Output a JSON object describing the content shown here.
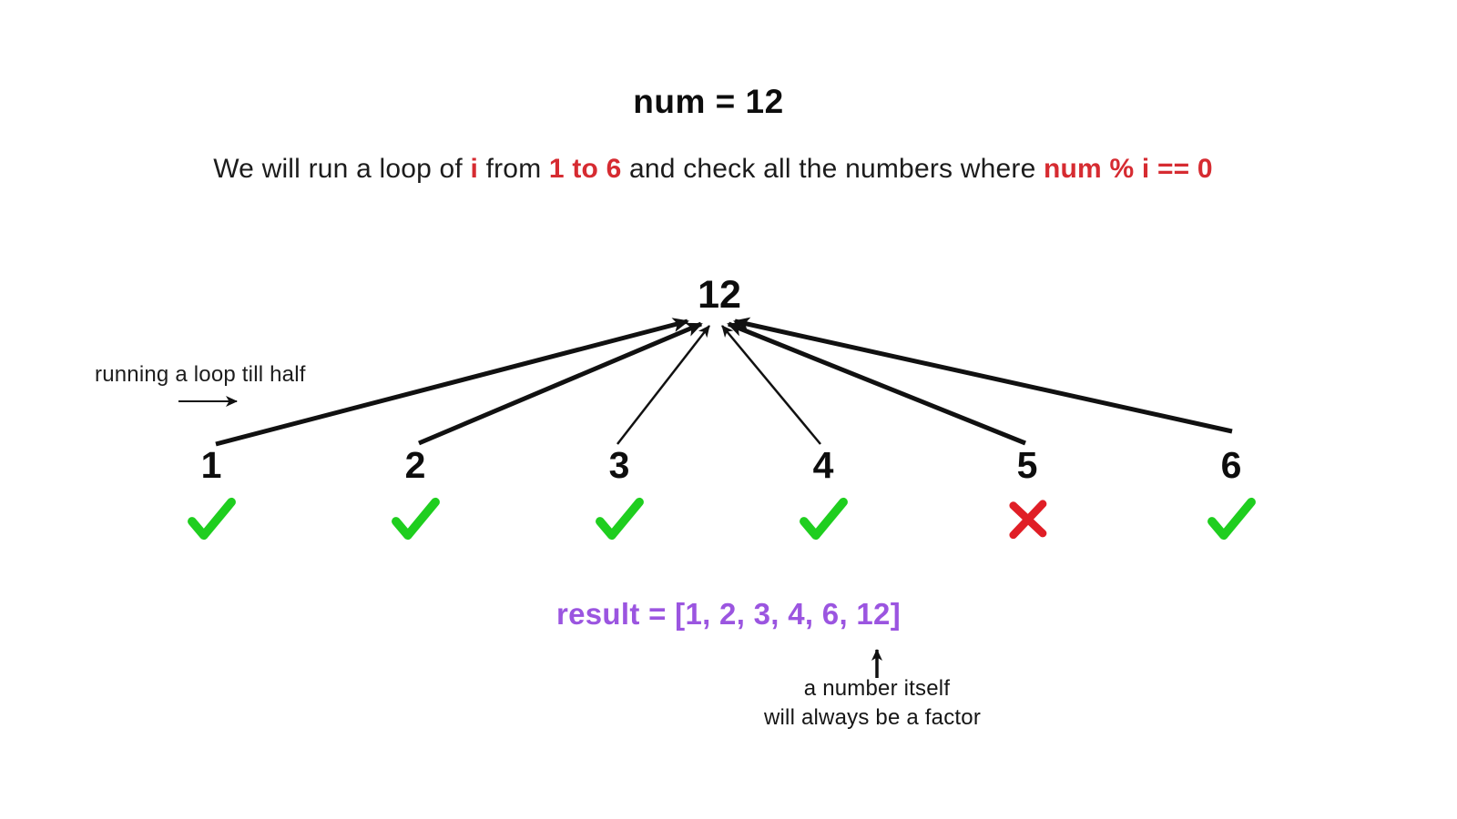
{
  "title": "num = 12",
  "subtitle": {
    "parts": [
      {
        "text": "We will run a loop of ",
        "style": "plain"
      },
      {
        "text": "i",
        "style": "accent"
      },
      {
        "text": " from ",
        "style": "plain"
      },
      {
        "text": "1 to 6",
        "style": "accent"
      },
      {
        "text": " and check all the numbers where ",
        "style": "plain"
      },
      {
        "text": "num % i == 0",
        "style": "accent"
      }
    ]
  },
  "loop_note": {
    "label": "running a loop till half"
  },
  "tree": {
    "root": "12",
    "factors": [
      {
        "value": "1",
        "status": "check"
      },
      {
        "value": "2",
        "status": "check"
      },
      {
        "value": "3",
        "status": "check"
      },
      {
        "value": "4",
        "status": "check"
      },
      {
        "value": "5",
        "status": "cross"
      },
      {
        "value": "6",
        "status": "check"
      }
    ]
  },
  "result": {
    "label": "result = [1, 2, 3, 4, 6, 12]"
  },
  "footnote": {
    "line1": "a number itself",
    "line2": "will always be a factor"
  },
  "colors": {
    "accent_red": "#d62b31",
    "result_purple": "#9b55e0",
    "check_green": "#1fce1f",
    "cross_red": "#e01e26",
    "ink": "#111111"
  }
}
